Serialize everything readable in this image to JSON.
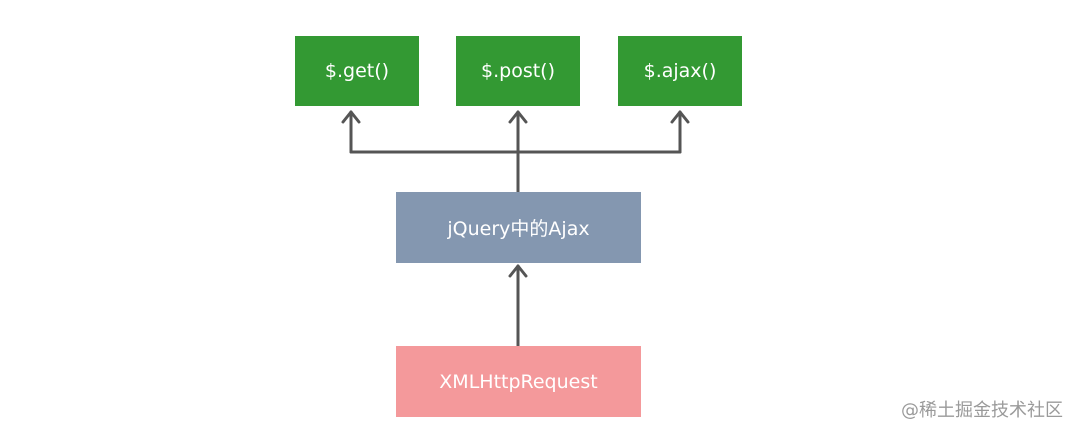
{
  "nodes": {
    "get": {
      "label": "$.get()"
    },
    "post": {
      "label": "$.post()"
    },
    "ajax": {
      "label": "$.ajax()"
    },
    "jquery_ajax": {
      "label": "jQuery中的Ajax"
    },
    "xhr": {
      "label": "XMLHttpRequest"
    }
  },
  "edges": [
    {
      "from": "xhr",
      "to": "jquery_ajax"
    },
    {
      "from": "jquery_ajax",
      "to": "get"
    },
    {
      "from": "jquery_ajax",
      "to": "post"
    },
    {
      "from": "jquery_ajax",
      "to": "ajax"
    }
  ],
  "colors": {
    "method_box": "#339933",
    "jquery_box": "#8497b0",
    "xhr_box": "#f4999b",
    "connector": "#555555"
  },
  "watermark": "@稀土掘金技术社区"
}
